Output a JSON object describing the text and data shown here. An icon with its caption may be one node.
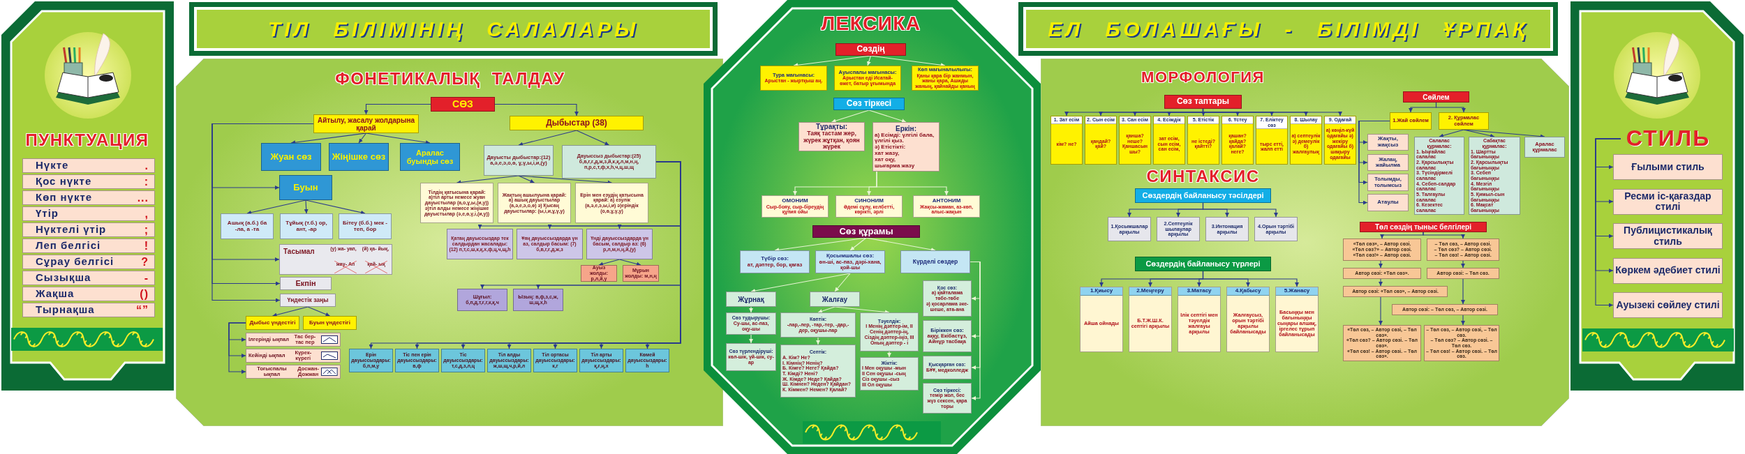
{
  "diagram": {
    "nodes": [
      {
        "text": [
          "ТІЛ БІЛІМІНІҢ САЛАЛАРЫ"
        ]
      },
      {
        "text": [
          "ЕЛ БОЛАШАҒЫ - БІЛІМДІ ҰРПАҚ"
        ]
      },
      {
        "text": [
          "ПУНКТУАЦИЯ"
        ]
      },
      {
        "text": [
          "Нүкте",
          "."
        ],
        "in": 2
      },
      {
        "text": [
          "Қос нүкте",
          ":"
        ],
        "in": 2
      },
      {
        "text": [
          "Көп нүкте",
          "..."
        ],
        "in": 2
      },
      {
        "text": [
          "Үтір",
          ","
        ],
        "in": 2
      },
      {
        "text": [
          "Нүктелі үтір",
          ";"
        ],
        "in": 2
      },
      {
        "text": [
          "Леп белгісі",
          "!"
        ],
        "in": 2
      },
      {
        "text": [
          "Сұрау белгісі",
          "?"
        ],
        "in": 2
      },
      {
        "text": [
          "Сызықша",
          "-"
        ],
        "in": 2
      },
      {
        "text": [
          "Жақша",
          "()"
        ],
        "in": 2
      },
      {
        "text": [
          "Тырнақша",
          "“”"
        ],
        "in": 2
      },
      {
        "text": [
          "ФОНЕТИКАЛЫҚ ТАЛДАУ"
        ]
      },
      {
        "text": [
          "СӨЗ"
        ],
        "in": 13
      },
      {
        "text": [
          "Айтылу, жасалу жолдарына қарай"
        ],
        "in": 13
      },
      {
        "text": [
          "Дыбыстар (38)"
        ],
        "in": 13
      },
      {
        "text": [
          "Жуан сөз"
        ],
        "in": 13
      },
      {
        "text": [
          "Жіңішке сөз"
        ],
        "in": 13
      },
      {
        "text": [
          "Аралас буынды сөз"
        ],
        "in": 13
      },
      {
        "text": [
          "Буын"
        ],
        "in": 13
      },
      {
        "text": [
          "Ашық (а.б.) ба -ла, а -та"
        ],
        "in": 13
      },
      {
        "text": [
          "Тұйық (т.б.) ор, ант, -ар"
        ],
        "in": 13
      },
      {
        "text": [
          "Бітеу (б.б.) мек - теп, бор"
        ],
        "in": 13
      },
      {
        "text": [
          "Тасымал",
          "(у) жа- уап,",
          "(й) қа- йық,",
          "жау- Ап",
          "қай- ық"
        ],
        "in": 13
      },
      {
        "text": [
          "Екпін"
        ],
        "in": 13
      },
      {
        "text": [
          "Үндестік заңы"
        ],
        "in": 13
      },
      {
        "text": [
          "Дыбыс үндестігі"
        ],
        "in": 13
      },
      {
        "text": [
          "Буын үндестігі"
        ],
        "in": 13
      },
      {
        "text": [
          "Ілгерінді ықпал",
          "Тас бер- тас пер"
        ],
        "in": 13
      },
      {
        "text": [
          "Кейінді ықпал",
          "Күрек- күрегі"
        ],
        "in": 13
      },
      {
        "text": [
          "Тоғыспалы ықпал",
          "Досжан- Дожжан"
        ],
        "in": 13
      },
      {
        "text": [
          "Дауысты дыбыстар:(12) а,ә,е,э,о,ө, ұ,ү,ы,і,и,(у)"
        ],
        "in": 13
      },
      {
        "text": [
          "Дауыссыз дыбыстар:(25) б,в,г,ғ,д,ж,з,й,к,қ,л,м,н,ң, п,р,с,т,ф,х,һ,ч,ц,ш,щ"
        ],
        "in": 13
      },
      {
        "text": [
          "Тілдің қатысына қарай: а)тіл арты немесе жуан дауыстылар (а,о,ұ,ы,(и,у)) ә)тіл алды немесе жіңішке дауыстылар (ә,е,ө,ү,і,(и,у))"
        ],
        "in": 13
      },
      {
        "text": [
          "Жақтың ашылуына қарай: а) ашық дауыстылар (а,ә,е,э,о,ө) ә) Қысаң дауыстылар: (ы,і,и,ұ,ү,у)"
        ],
        "in": 13
      },
      {
        "text": [
          "Ерін мен езудің қатысына қарай: а) езулік (а,ә,е,э,ы,і,и) ә)еріндік (о,ө,ұ,ү,у)"
        ],
        "in": 13
      },
      {
        "text": [
          "Қатаң дауыссыздар тек салдырдан жасалады: (12) п,т,с,ш,к,қ,х,ф,ц,ч,щ,һ"
        ],
        "in": 13
      },
      {
        "text": [
          "Ұяң дауыссыздарда үн аз, салдыр басым: (7) б,в,г,ғ,д,ж,з"
        ],
        "in": 13
      },
      {
        "text": [
          "Үнді дауыссыздарда үн басым, салдыр аз: (6) р,л,м,н,ң,й,(у)"
        ],
        "in": 13
      },
      {
        "text": [
          "Ауыз жолды: р,л,й,у"
        ],
        "in": 13
      },
      {
        "text": [
          "Мұрын жолды: м,н,ң"
        ],
        "in": 13
      },
      {
        "text": [
          "Шұғыл: б,п,д,т,ғ,г,к,қ,ч"
        ],
        "in": 13
      },
      {
        "text": [
          "Ызың: в,ф,з,с,ж, ш,щ,х,һ"
        ],
        "in": 13
      },
      {
        "text": [
          "Ерін дауыссыздары: б,п,м,у"
        ],
        "in": 13
      },
      {
        "text": [
          "Тіс пен ерін дауыссыздары: в,ф"
        ],
        "in": 13
      },
      {
        "text": [
          "Тіс дауыссыздары: т,с,д,з,л,ц"
        ],
        "in": 13
      },
      {
        "text": [
          "Тіл алды дауыссыздары: ж,ш,щ,ч,р,й,л"
        ],
        "in": 13
      },
      {
        "text": [
          "Тіл ортасы дауыссыздары: к,г"
        ],
        "in": 13
      },
      {
        "text": [
          "Тіл арты дауыссыздары: қ,ғ,ң,х"
        ],
        "in": 13
      },
      {
        "text": [
          "Көмей дауыссыздары: һ"
        ],
        "in": 13
      },
      {
        "text": [
          "ЛЕКСИКА"
        ]
      },
      {
        "text": [
          "Сөздің"
        ],
        "in": 51
      },
      {
        "text": [
          "Тура мағынасы:",
          "Арыстан - жыртқыш аң."
        ],
        "in": 51
      },
      {
        "text": [
          "Ауыспалы мағынасы:",
          "Арыстан еді Исатай- өжет, батыр ұғымында"
        ],
        "in": 51
      },
      {
        "text": [
          "Көп мағыналылығы:",
          "Қаны қара бір жанмын, жаны қара, Ашиды жаның, қайнайды қаның"
        ],
        "in": 51
      },
      {
        "text": [
          "Сөз тіркесі"
        ],
        "in": 51
      },
      {
        "text": [
          "Тұрақты:",
          "Таяқ тастам жер, жүрек жұтқан, қоян жүрек"
        ],
        "in": 51
      },
      {
        "text": [
          "Еркін:",
          "а) Есімді: үлгілі бала, үлгілі қыз.",
          "ә) Етістікті:",
          "хат жазу,",
          "хат оқу,",
          "шығарма жазу"
        ],
        "in": 51
      },
      {
        "text": [
          "ОМОНИМ",
          "Сыр-бояу, сыр-біреудің құпия ойы"
        ],
        "in": 51
      },
      {
        "text": [
          "СИНОНИМ",
          "Әдемі сұлу, келбетті, көрікті, әрлі"
        ],
        "in": 51
      },
      {
        "text": [
          "АНТОНИМ",
          "Жақсы-жаман, аз-көп, алыс-жақын"
        ],
        "in": 51
      },
      {
        "text": [
          "Сөз құрамы"
        ],
        "in": 51
      },
      {
        "text": [
          "Түбір сөз:",
          "ат, дәптер, бор, қағаз"
        ],
        "in": 51
      },
      {
        "text": [
          "Қосымшалы сөз:",
          "өн-ші, ас-паз, дәрі-хана, қой-шы"
        ],
        "in": 51
      },
      {
        "text": [
          "Күрделі сөздер"
        ],
        "in": 51
      },
      {
        "text": [
          "Жұрнақ"
        ],
        "in": 51
      },
      {
        "text": [
          "Жалғау"
        ],
        "in": 51
      },
      {
        "text": [
          "Сөз тудырушы:",
          "Су-шы, ас-паз, оқу-шы"
        ],
        "in": 51
      },
      {
        "text": [
          "Көптік:",
          "-лар,-лер, -тар,-тер, -дар,-дер, оқушы-лар"
        ],
        "in": 51
      },
      {
        "text": [
          "Тәуелдік:",
          "I Менің дәптер-ім, II Сенің дәптер-ің, Сіздің дәптер-іңіз, III Оның дәптер - і"
        ],
        "in": 51
      },
      {
        "text": [
          "Сөз түрлендіруші:",
          "көл-шік, үй-шік, су-ар"
        ],
        "in": 51
      },
      {
        "text": [
          "Септік:",
          "А. Кім? Не?",
          "І. Кімнің? Ненің?",
          "Б. Кімге? Неге? Қайда?",
          "Т. Кімді? Нені?",
          "Ж. Кімде? Неде? Қайда?",
          "Ш. Кімнен? Неден? Қайдан?",
          "К. Кіммен? Немен? Қалай?"
        ],
        "in": 51
      },
      {
        "text": [
          "Жіктік:",
          "I Мен оқушы -мын",
          "II Сен оқушы -сың",
          "Сіз оқушы -сыз",
          "III Ол оқушы"
        ],
        "in": 51
      },
      {
        "text": [
          "Қос сөз:",
          "а) қайталама төбе-төбе",
          "ә) қосарлама әке-шеше, ата-ана"
        ],
        "in": 51
      },
      {
        "text": [
          "Біріккен сөз:",
          "аққу, Екібастұз, Айнұр тасбақа"
        ],
        "in": 51
      },
      {
        "text": [
          "Қысқарған сөз:",
          "БҰҰ, медколледж"
        ],
        "in": 51
      },
      {
        "text": [
          "Сөз тіркесі:",
          "темір жол, бес жүз сексен, қара торы"
        ],
        "in": 51
      },
      {
        "text": [
          "МОРФОЛОГИЯ",
          "СИНТАКСИС"
        ]
      },
      {
        "text": [
          "Сөз таптары"
        ],
        "in": 78
      },
      {
        "text": [
          "1. Зат есім",
          "кім? не?"
        ],
        "in": 78
      },
      {
        "text": [
          "2. Сын есім",
          "қандай? қай?"
        ],
        "in": 78
      },
      {
        "text": [
          "3. Сан есім",
          "қанша? неше? Қаншасыншы?"
        ],
        "in": 78
      },
      {
        "text": [
          "4. Есімдік",
          "зат есім, сын есім, сан есім,"
        ],
        "in": 78
      },
      {
        "text": [
          "5. Етістік",
          "не істеді? қайтті?"
        ],
        "in": 78
      },
      {
        "text": [
          "6. Үстеу",
          "қашан? қайда? қалай? неге?"
        ],
        "in": 78
      },
      {
        "text": [
          "7. Еліктеу сөз",
          "тырс етті, жалп етті"
        ],
        "in": 78
      },
      {
        "text": [
          "8. Шылау",
          "а) септеулік ә) демеулік б) жалғаулық"
        ],
        "in": 78
      },
      {
        "text": [
          "9. Одағай",
          "а) көңіл-күй одағайы ә) жекіру одағайы б) шақыру одағайы"
        ],
        "in": 78
      },
      {
        "text": [
          "Сөздердің байланысу тәсілдері"
        ],
        "in": 78
      },
      {
        "text": [
          "1.Қосымшалар арқылы"
        ],
        "in": 78
      },
      {
        "text": [
          "2.Септеулік шылаулар арқылы"
        ],
        "in": 78
      },
      {
        "text": [
          "3.Интонация арқылы"
        ],
        "in": 78
      },
      {
        "text": [
          "4.Орын тәртібі арқылы"
        ],
        "in": 78
      },
      {
        "text": [
          "Сөздердің байланысу түрлері"
        ],
        "in": 78
      },
      {
        "text": [
          "1.Қиысу",
          "Айша ойнады"
        ],
        "in": 78
      },
      {
        "text": [
          "2.Меңгеру",
          "Б.Т.Ж.Ш.К. септігі арқылы"
        ],
        "in": 78
      },
      {
        "text": [
          "3.Матасу",
          "Ілік септігі мен тәуелдік жалғауы арқылы"
        ],
        "in": 78
      },
      {
        "text": [
          "4.Қабысу",
          "Жалғаусыз, орын тәртібі арқылы байланысады"
        ],
        "in": 78
      },
      {
        "text": [
          "5.Жанасу",
          "Басыңқы мен бағыныңқы сыңары алшақ, іргелес тұрып байланысады"
        ],
        "in": 78
      },
      {
        "text": [
          "Сөйлем"
        ],
        "in": 78
      },
      {
        "text": [
          "1.Жай сөйлем"
        ],
        "in": 78
      },
      {
        "text": [
          "2. Құрмалас сөйлем"
        ],
        "in": 78
      },
      {
        "text": [
          "Жақты, жақсыз"
        ],
        "in": 78
      },
      {
        "text": [
          "Жалаң, жайылма"
        ],
        "in": 78
      },
      {
        "text": [
          "Толымды, толымсыз"
        ],
        "in": 78
      },
      {
        "text": [
          "Атаулы"
        ],
        "in": 78
      },
      {
        "text": [
          "Салалас құрмалас:",
          "1. Ыңғайлас салалас",
          "2. Қарсылықты салалас",
          "3. Түсіндірмелі салалас",
          "4. Себеп-салдар салалас",
          "5. Талғаулы салалас",
          "6. Кезектес салалас"
        ],
        "in": 78
      },
      {
        "text": [
          "Сабақтас құрмалас:",
          "1. Шартты бағыныңқы",
          "2. Қарсылықты бағыныңқы",
          "3. Себеп бағыныңқы",
          "4. Мезгіл бағыныңқы",
          "5. Қимыл-сын бағыныңқы",
          "6. Мақсат бағыныңқы"
        ],
        "in": 78
      },
      {
        "text": [
          "Аралас құрмалас"
        ],
        "in": 78
      },
      {
        "text": [
          "Төл сөздің тыныс белгілері"
        ],
        "in": 78
      },
      {
        "text": [
          "«Төл сөз», – Автор сөзі.",
          "«Төл сөз?» – Автор сөзі.",
          "«Төл сөз!» – Автор сөзі."
        ],
        "in": 78
      },
      {
        "text": [
          "– Төл сөз, – Автор сөзі.",
          "– Төл сөз? – Автор сөзі.",
          "– Төл сөз! – Автор сөзі."
        ],
        "in": 78
      },
      {
        "text": [
          "Автор сөзі: «Төл сөз»."
        ],
        "in": 78
      },
      {
        "text": [
          "Автор сөзі: – Төл сөз."
        ],
        "in": 78
      },
      {
        "text": [
          "Автор сөзі: «Төл сөз», – Автор сөзі."
        ],
        "in": 78
      },
      {
        "text": [
          "Автор сөзі: – Төл сөз, – Автор сөзі."
        ],
        "in": 78
      },
      {
        "text": [
          "«Төл сөз, – Автор сөзі, – Төл сөз».",
          "«Төл сөз? – Автор сөзі. – Төл сөз».",
          "«Төл сөз! – Автор сөзі. – Төл сөз»."
        ],
        "in": 78
      },
      {
        "text": [
          "– Төл сөз, – Автор сөзі, – Төл сөз.",
          "– Төл сөз? – Автор сөзі. – Төл сөз.",
          "– Төл сөз! – Автор сөзі. – Төл сөз."
        ],
        "in": 78
      },
      {
        "text": [],
        "shape": "box"
      },
      {
        "text": [
          "СТИЛЬ"
        ],
        "in": 119
      },
      {
        "text": [
          "Ғылыми стиль"
        ],
        "in": 119
      },
      {
        "text": [
          "Ресми іс-қағаздар стилі"
        ],
        "in": 119
      },
      {
        "text": [
          "Публицистикалық стиль"
        ],
        "in": 119
      },
      {
        "text": [
          "Көркем әдебиет стилі"
        ],
        "in": 119
      },
      {
        "text": [
          "Ауызекі сөйлеу стилі"
        ],
        "in": 119
      }
    ],
    "edges": [
      {
        "from": 14,
        "to": 15,
        "arrow": "to"
      },
      {
        "from": 14,
        "to": 16,
        "arrow": "to"
      },
      {
        "from": 15,
        "to": 17,
        "arrow": "to"
      },
      {
        "from": 15,
        "to": 18,
        "arrow": "to"
      },
      {
        "from": 15,
        "to": 19,
        "arrow": "to"
      },
      {
        "from": 15,
        "to": 20,
        "arrow": "to"
      },
      {
        "from": 15,
        "to": 24,
        "arrow": "to"
      },
      {
        "from": 15,
        "to": 25,
        "arrow": "to"
      },
      {
        "from": 15,
        "to": 26,
        "arrow": "to"
      },
      {
        "from": 20,
        "to": 21,
        "arrow": "to"
      },
      {
        "from": 20,
        "to": 22,
        "arrow": "to"
      },
      {
        "from": 20,
        "to": 23,
        "arrow": "to"
      },
      {
        "from": 26,
        "to": 27,
        "arrow": "to"
      },
      {
        "from": 26,
        "to": 28,
        "arrow": "to"
      },
      {
        "from": 27,
        "to": 29,
        "arrow": "to"
      },
      {
        "from": 27,
        "to": 30,
        "arrow": "to"
      },
      {
        "from": 27,
        "to": 31,
        "arrow": "to"
      },
      {
        "from": 16,
        "to": 32,
        "arrow": "to"
      },
      {
        "from": 16,
        "to": 33,
        "arrow": "to"
      },
      {
        "from": 32,
        "to": 34,
        "arrow": "to"
      },
      {
        "from": 32,
        "to": 35,
        "arrow": "to"
      },
      {
        "from": 32,
        "to": 36,
        "arrow": "to"
      },
      {
        "from": 33,
        "to": 37,
        "arrow": "to"
      },
      {
        "from": 33,
        "to": 38,
        "arrow": "to"
      },
      {
        "from": 33,
        "to": 39,
        "arrow": "to"
      },
      {
        "from": 39,
        "to": 40,
        "arrow": "to"
      },
      {
        "from": 39,
        "to": 41,
        "arrow": "to"
      },
      {
        "from": 33,
        "to": 42,
        "arrow": "to"
      },
      {
        "from": 33,
        "to": 43,
        "arrow": "to"
      },
      {
        "from": 33,
        "to": 44,
        "arrow": "to"
      },
      {
        "from": 33,
        "to": 45,
        "arrow": "to"
      },
      {
        "from": 33,
        "to": 46,
        "arrow": "to"
      },
      {
        "from": 33,
        "to": 47,
        "arrow": "to"
      },
      {
        "from": 33,
        "to": 48,
        "arrow": "to"
      },
      {
        "from": 33,
        "to": 49,
        "arrow": "to"
      },
      {
        "from": 33,
        "to": 50,
        "arrow": "to"
      },
      {
        "from": 52,
        "to": 53,
        "arrow": "to",
        "color": "#e6f4d2"
      },
      {
        "from": 52,
        "to": 54,
        "arrow": "to",
        "color": "#e6f4d2"
      },
      {
        "from": 52,
        "to": 55,
        "arrow": "to",
        "color": "#e6f4d2"
      },
      {
        "from": 56,
        "to": 57,
        "arrow": "to",
        "color": "#e6f4d2"
      },
      {
        "from": 56,
        "to": 58,
        "arrow": "to",
        "color": "#e6f4d2"
      },
      {
        "from": 58,
        "to": 59,
        "arrow": "to",
        "color": "#e6f4d2"
      },
      {
        "from": 58,
        "to": 60,
        "arrow": "to",
        "color": "#e6f4d2"
      },
      {
        "from": 58,
        "to": 61,
        "arrow": "to",
        "color": "#e6f4d2"
      },
      {
        "from": 62,
        "to": 63,
        "arrow": "to",
        "color": "#e6f4d2"
      },
      {
        "from": 62,
        "to": 64,
        "arrow": "to",
        "color": "#e6f4d2"
      },
      {
        "from": 62,
        "to": 65,
        "arrow": "to",
        "color": "#e6f4d2"
      },
      {
        "from": 64,
        "to": 66,
        "arrow": "to",
        "color": "#e6f4d2"
      },
      {
        "from": 64,
        "to": 67,
        "arrow": "to",
        "color": "#e6f4d2"
      },
      {
        "from": 66,
        "to": 68,
        "arrow": "to",
        "color": "#e6f4d2"
      },
      {
        "from": 68,
        "to": 71,
        "arrow": "to",
        "color": "#e6f4d2"
      },
      {
        "from": 67,
        "to": 69,
        "arrow": "to",
        "color": "#e6f4d2"
      },
      {
        "from": 67,
        "to": 70,
        "arrow": "to",
        "color": "#e6f4d2"
      },
      {
        "from": 69,
        "to": 72,
        "arrow": "to",
        "color": "#e6f4d2"
      },
      {
        "from": 70,
        "to": 73,
        "arrow": "to",
        "color": "#e6f4d2"
      },
      {
        "from": 65,
        "to": 74,
        "arrow": "to",
        "color": "#e6f4d2"
      },
      {
        "from": 65,
        "to": 75,
        "arrow": "to",
        "color": "#e6f4d2"
      },
      {
        "from": 65,
        "to": 76,
        "arrow": "to",
        "color": "#e6f4d2"
      },
      {
        "from": 65,
        "to": 77,
        "arrow": "to",
        "color": "#e6f4d2"
      },
      {
        "from": 79,
        "to": 80,
        "arrow": "to"
      },
      {
        "from": 79,
        "to": 81,
        "arrow": "to"
      },
      {
        "from": 79,
        "to": 82,
        "arrow": "to"
      },
      {
        "from": 79,
        "to": 83,
        "arrow": "to"
      },
      {
        "from": 79,
        "to": 84,
        "arrow": "to"
      },
      {
        "from": 79,
        "to": 85,
        "arrow": "to"
      },
      {
        "from": 79,
        "to": 86,
        "arrow": "to"
      },
      {
        "from": 79,
        "to": 87,
        "arrow": "to"
      },
      {
        "from": 79,
        "to": 88,
        "arrow": "to"
      },
      {
        "from": 89,
        "to": 90,
        "arrow": "to"
      },
      {
        "from": 89,
        "to": 91,
        "arrow": "to"
      },
      {
        "from": 89,
        "to": 92,
        "arrow": "to"
      },
      {
        "from": 89,
        "to": 93,
        "arrow": "to"
      },
      {
        "from": 94,
        "to": 95,
        "arrow": "to"
      },
      {
        "from": 94,
        "to": 96,
        "arrow": "to"
      },
      {
        "from": 94,
        "to": 97,
        "arrow": "to"
      },
      {
        "from": 94,
        "to": 98,
        "arrow": "to"
      },
      {
        "from": 94,
        "to": 99,
        "arrow": "to"
      },
      {
        "from": 100,
        "to": 101,
        "arrow": "to"
      },
      {
        "from": 100,
        "to": 102,
        "arrow": "to"
      },
      {
        "from": 101,
        "to": 103,
        "arrow": "to"
      },
      {
        "from": 101,
        "to": 104,
        "arrow": "to"
      },
      {
        "from": 101,
        "to": 105,
        "arrow": "to"
      },
      {
        "from": 101,
        "to": 106,
        "arrow": "to"
      },
      {
        "from": 102,
        "to": 107,
        "arrow": "to"
      },
      {
        "from": 102,
        "to": 108,
        "arrow": "to"
      },
      {
        "from": 102,
        "to": 109,
        "arrow": "to"
      },
      {
        "from": 110,
        "to": 111,
        "arrow": "to"
      },
      {
        "from": 110,
        "to": 112,
        "arrow": "to"
      },
      {
        "from": 111,
        "to": 113,
        "arrow": "to"
      },
      {
        "from": 113,
        "to": 115,
        "arrow": "to"
      },
      {
        "from": 115,
        "to": 117,
        "arrow": "to"
      },
      {
        "from": 112,
        "to": 114,
        "arrow": "to"
      },
      {
        "from": 114,
        "to": 116,
        "arrow": "to"
      },
      {
        "from": 116,
        "to": 118,
        "arrow": "to"
      },
      {
        "from": 120,
        "to": 121,
        "arrow": "to"
      },
      {
        "from": 120,
        "to": 122,
        "arrow": "to"
      },
      {
        "from": 120,
        "to": 123,
        "arrow": "to"
      },
      {
        "from": 120,
        "to": 124,
        "arrow": "to"
      },
      {
        "from": 120,
        "to": 125,
        "arrow": "to"
      }
    ]
  }
}
